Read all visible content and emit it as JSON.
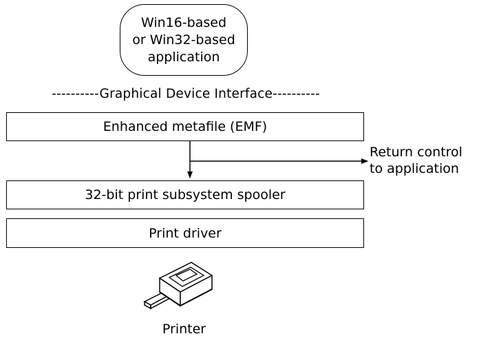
{
  "application": {
    "line1": "Win16-based",
    "line2": "or Win32-based",
    "line3": "application"
  },
  "gdi": {
    "label": "----------Graphical Device Interface----------"
  },
  "boxes": {
    "emf": "Enhanced metafile (EMF)",
    "spooler": "32-bit print subsystem spooler",
    "driver": "Print driver"
  },
  "return_control": {
    "line1": "Return control",
    "line2": "to application"
  },
  "printer": {
    "label": "Printer",
    "icon": "printer-icon"
  },
  "colors": {
    "line": "#000000",
    "background": "#ffffff"
  }
}
